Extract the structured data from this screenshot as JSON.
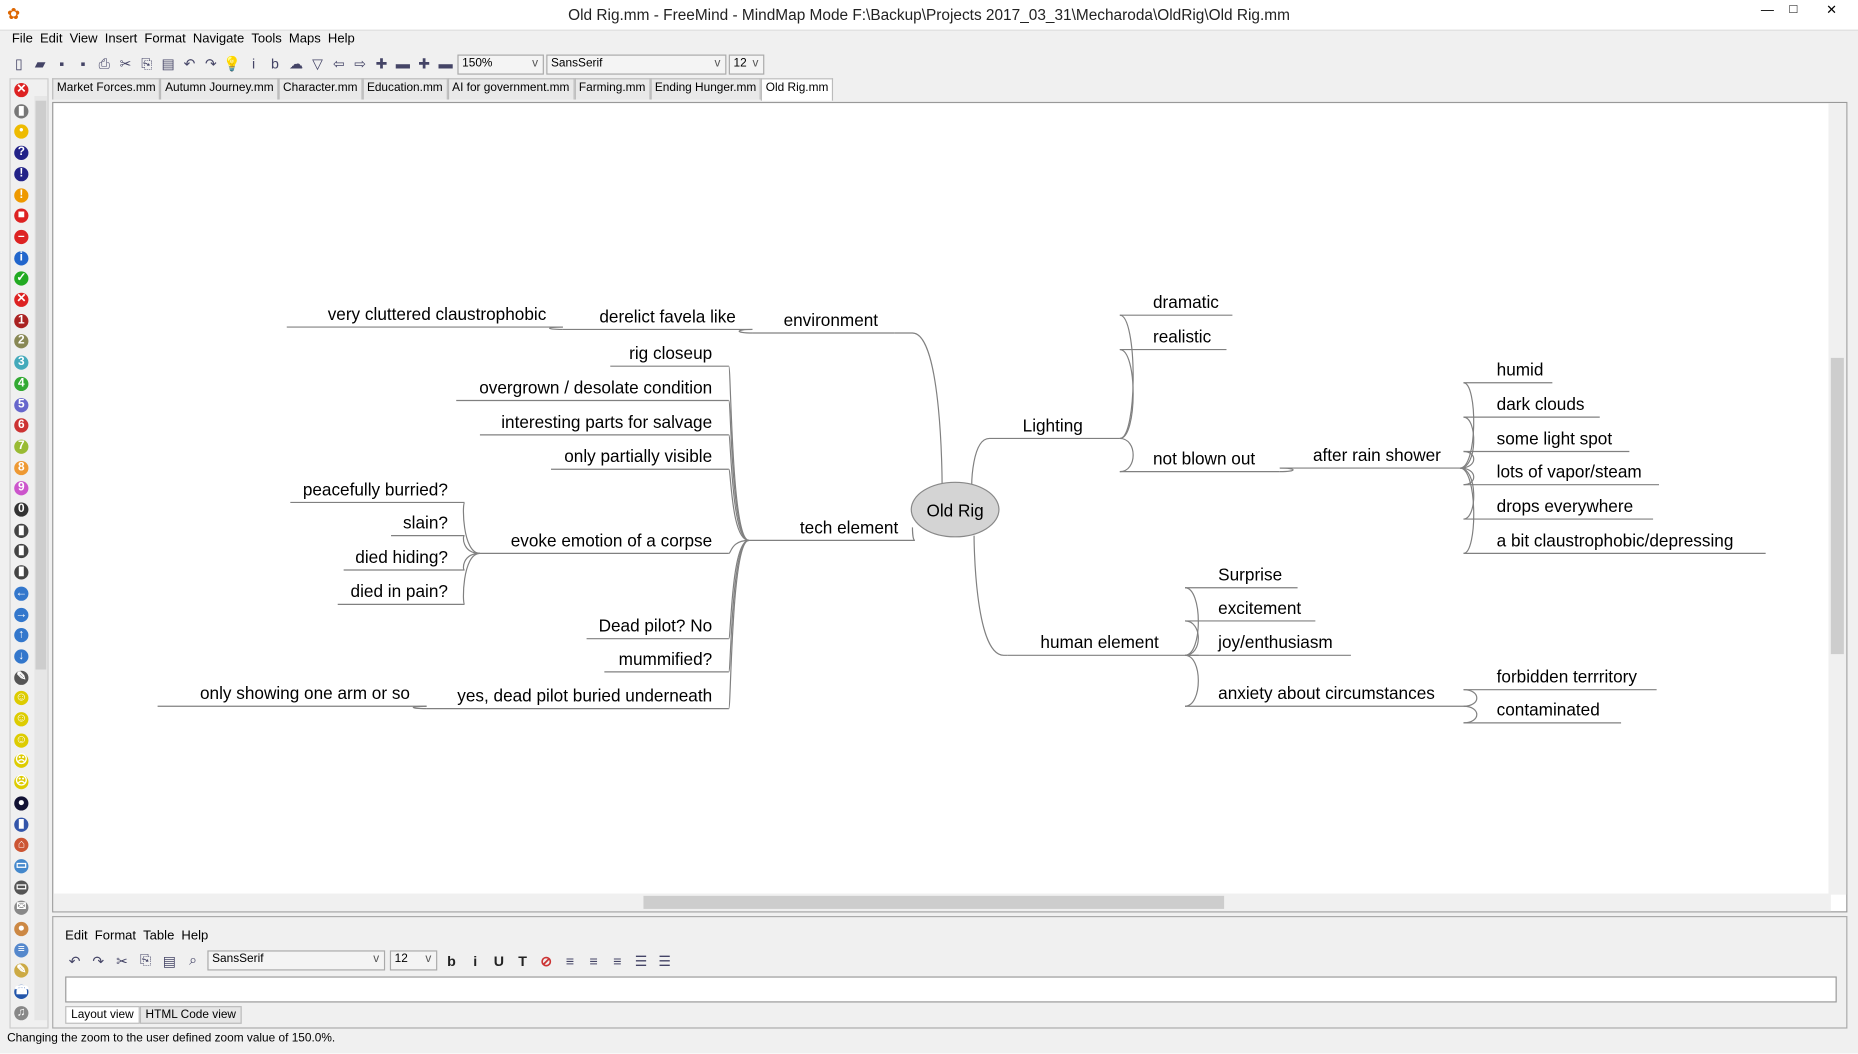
{
  "window": {
    "title": "Old Rig.mm - FreeMind - MindMap Mode F:\\Backup\\Projects 2017_03_31\\Mecharoda\\OldRig\\Old Rig.mm",
    "controls": [
      "—",
      "□",
      "✕"
    ]
  },
  "menu": [
    "File",
    "Edit",
    "View",
    "Insert",
    "Format",
    "Navigate",
    "Tools",
    "Maps",
    "Help"
  ],
  "toolbar": {
    "zoom": "150%",
    "font": "SansSerif",
    "size": "12",
    "icons": [
      "new-icon",
      "open-icon",
      "save-icon",
      "save-as-icon",
      "print-icon",
      "cut-icon",
      "copy-icon",
      "paste-icon",
      "undo-icon",
      "redo-icon",
      "bulb-icon",
      "italic-icon",
      "bold-icon",
      "cloud-icon",
      "filter-icon",
      "back-icon",
      "forward-icon",
      "add-icon",
      "remove-icon",
      "zoom-in-icon",
      "zoom-out-icon"
    ]
  },
  "tabs": [
    "Market Forces.mm",
    "Autumn Journey.mm",
    "Character.mm",
    "Education.mm",
    "AI for government.mm",
    "Farming.mm",
    "Ending Hunger.mm",
    "Old Rig.mm"
  ],
  "active_tab": 7,
  "left_icons": [
    {
      "n": "remove-icon",
      "c": "#d22",
      "g": "✕"
    },
    {
      "n": "trash-icon",
      "c": "#777",
      "g": "▮"
    },
    {
      "n": "idea-icon",
      "c": "#eb0",
      "g": "•"
    },
    {
      "n": "question-icon",
      "c": "#228",
      "g": "?"
    },
    {
      "n": "exclamation-icon",
      "c": "#228",
      "g": "!"
    },
    {
      "n": "warning-icon",
      "c": "#e90",
      "g": "!"
    },
    {
      "n": "stop-icon",
      "c": "#d22",
      "g": "■"
    },
    {
      "n": "stop-sign-icon",
      "c": "#d22",
      "g": "–"
    },
    {
      "n": "info-icon",
      "c": "#26c",
      "g": "i"
    },
    {
      "n": "check-icon",
      "c": "#2a2",
      "g": "✓"
    },
    {
      "n": "cross-icon",
      "c": "#d22",
      "g": "✕"
    },
    {
      "n": "priority-1-icon",
      "c": "#a22",
      "g": "1"
    },
    {
      "n": "priority-2-icon",
      "c": "#885",
      "g": "2"
    },
    {
      "n": "priority-3-icon",
      "c": "#4ab",
      "g": "3"
    },
    {
      "n": "priority-4-icon",
      "c": "#3a3",
      "g": "4"
    },
    {
      "n": "priority-5-icon",
      "c": "#66c",
      "g": "5"
    },
    {
      "n": "priority-6-icon",
      "c": "#c33",
      "g": "6"
    },
    {
      "n": "priority-7-icon",
      "c": "#9b3",
      "g": "7"
    },
    {
      "n": "priority-8-icon",
      "c": "#e93",
      "g": "8"
    },
    {
      "n": "priority-9-icon",
      "c": "#c5c",
      "g": "9"
    },
    {
      "n": "priority-0-icon",
      "c": "#333",
      "g": "0"
    },
    {
      "n": "traffic-red-icon",
      "c": "#444",
      "g": "▮"
    },
    {
      "n": "traffic-yellow-icon",
      "c": "#444",
      "g": "▮"
    },
    {
      "n": "traffic-green-icon",
      "c": "#444",
      "g": "▮"
    },
    {
      "n": "arrow-left-icon",
      "c": "#37c",
      "g": "←"
    },
    {
      "n": "arrow-right-icon",
      "c": "#37c",
      "g": "→"
    },
    {
      "n": "arrow-up-icon",
      "c": "#37c",
      "g": "↑"
    },
    {
      "n": "arrow-down-icon",
      "c": "#37c",
      "g": "↓"
    },
    {
      "n": "pencil-icon",
      "c": "#555",
      "g": "✎"
    },
    {
      "n": "smiley-happy-icon",
      "c": "#dc0",
      "g": "☺"
    },
    {
      "n": "smiley-neutral-icon",
      "c": "#dc0",
      "g": "☺"
    },
    {
      "n": "smiley-oh-icon",
      "c": "#dc0",
      "g": "☺"
    },
    {
      "n": "smiley-sad-icon",
      "c": "#dc0",
      "g": "☹"
    },
    {
      "n": "smiley-angry-icon",
      "c": "#dc0",
      "g": "☹"
    },
    {
      "n": "bomb-icon",
      "c": "#113",
      "g": "●"
    },
    {
      "n": "clipboard-icon",
      "c": "#35a",
      "g": "▮"
    },
    {
      "n": "home-icon",
      "c": "#c53",
      "g": "⌂"
    },
    {
      "n": "folder-icon",
      "c": "#48c",
      "g": "▭"
    },
    {
      "n": "fax-icon",
      "c": "#555",
      "g": "▭"
    },
    {
      "n": "mail-icon",
      "c": "#888",
      "g": "✉"
    },
    {
      "n": "family-icon",
      "c": "#c84",
      "g": "●"
    },
    {
      "n": "list-icon",
      "c": "#58c",
      "g": "≡"
    },
    {
      "n": "edit-icon",
      "c": "#ca4",
      "g": "✎"
    },
    {
      "n": "phone-icon",
      "c": "#25a",
      "g": "☎"
    },
    {
      "n": "music-icon",
      "c": "#888",
      "g": "♫"
    }
  ],
  "mindmap": {
    "root": "Old Rig",
    "nodes": [
      "Lighting",
      "dramatic",
      "realistic",
      "not blown out",
      "after rain shower",
      "humid",
      "dark clouds",
      "some light spot",
      "lots of vapor/steam",
      "drops everywhere",
      "a bit claustrophobic/depressing",
      "human element",
      "Surprise",
      "excitement",
      "joy/enthusiasm",
      "anxiety about circumstances",
      "forbidden terrritory",
      "contaminated",
      "environment",
      "derelict favela like",
      "very cluttered claustrophobic",
      "tech element",
      "rig closeup",
      "overgrown / desolate condition",
      "interesting parts for salvage",
      "only partially visible",
      "evoke emotion of a corpse",
      "peacefully burried?",
      "slain?",
      "died hiding?",
      "died in pain?",
      "Dead pilot? No",
      "mummified?",
      "yes, dead pilot buried underneath",
      "only showing one arm or so"
    ],
    "colors": {
      "root_fill": "#d4d4d4",
      "edge": "#808080"
    }
  },
  "notes": {
    "menu": [
      "Edit",
      "Format",
      "Table",
      "Help"
    ],
    "font": "SansSerif",
    "size": "12",
    "format_buttons": [
      "b",
      "i",
      "U",
      "T",
      "⊘"
    ],
    "view_tabs": [
      "Layout view",
      "HTML Code view"
    ]
  },
  "status": "Changing the zoom to the user defined zoom value of 150.0%."
}
